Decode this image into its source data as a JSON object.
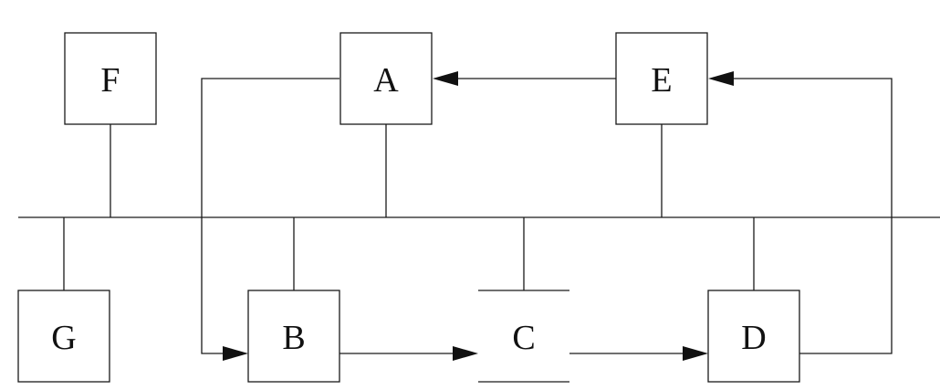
{
  "nodes": [
    {
      "id": "F",
      "label": "F"
    },
    {
      "id": "A",
      "label": "A"
    },
    {
      "id": "E",
      "label": "E"
    },
    {
      "id": "G",
      "label": "G"
    },
    {
      "id": "B",
      "label": "B"
    },
    {
      "id": "C",
      "label": "C"
    },
    {
      "id": "D",
      "label": "D"
    }
  ],
  "bus": {
    "connected_nodes": [
      "F",
      "A",
      "E",
      "G",
      "B",
      "C",
      "D"
    ]
  },
  "ring_flow": [
    {
      "from": "A",
      "to": "B"
    },
    {
      "from": "B",
      "to": "C"
    },
    {
      "from": "C",
      "to": "D"
    },
    {
      "from": "D",
      "to": "E"
    },
    {
      "from": "E",
      "to": "A"
    }
  ],
  "colors": {
    "line": "#1a1a1a",
    "background": "#ffffff"
  }
}
